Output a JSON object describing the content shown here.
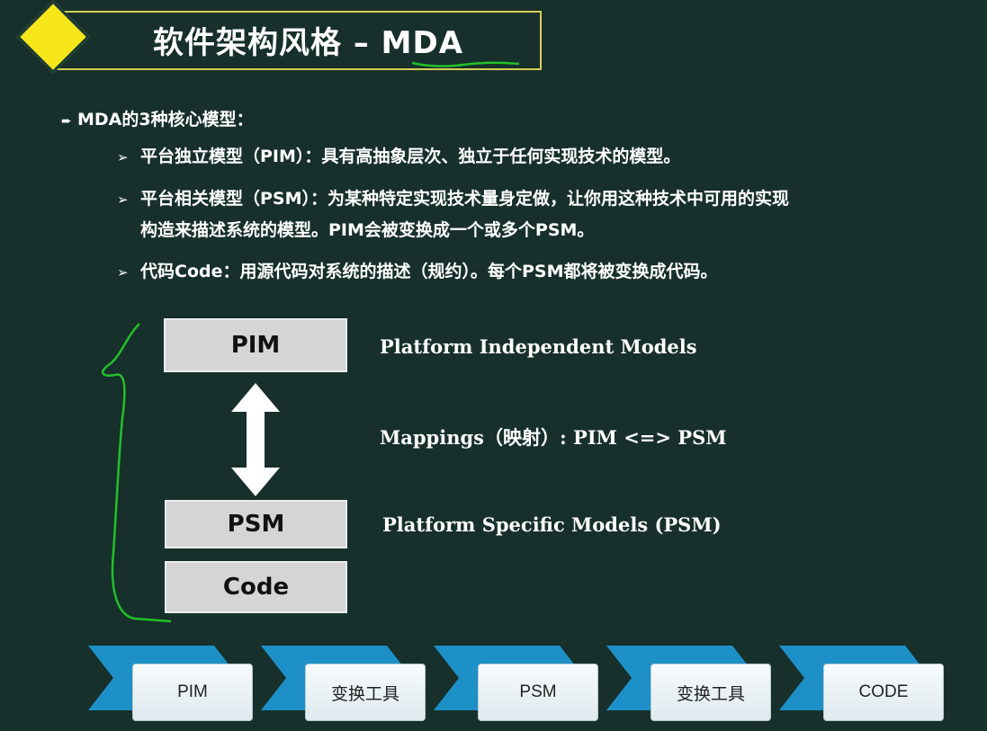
{
  "slide": {
    "title": "软件架构风格 – MDA"
  },
  "content": {
    "main_bullet": "MDA的3种核心模型：",
    "items": [
      {
        "text": "平台独立模型（PIM）：具有高抽象层次、独立于任何实现技术的模型。"
      },
      {
        "text": "平台相关模型（PSM）：为某种特定实现技术量身定做，让你用这种技术中可用的实现",
        "cont": "构造来描述系统的模型。PIM会被变换成一个或多个PSM。"
      },
      {
        "text": "代码Code：用源代码对系统的描述（规约）。每个PSM都将被变换成代码。"
      }
    ]
  },
  "diagram": {
    "boxes": {
      "pim": "PIM",
      "psm": "PSM",
      "code": "Code"
    },
    "labels": {
      "pim": "Platform Independent Models",
      "mapping": "Mappings（映射）: PIM <=> PSM",
      "psm": "Platform Specific Models (PSM)"
    }
  },
  "flow": {
    "steps": [
      "PIM",
      "变换工具",
      "PSM",
      "变换工具",
      "CODE"
    ],
    "colors": {
      "chevron": "#1e90c8",
      "card": "#eef4f7"
    }
  },
  "colors": {
    "background": "#17302b",
    "frame": "#d6cf55",
    "diamond": "#f7e71a",
    "annotation": "#22c02a"
  }
}
